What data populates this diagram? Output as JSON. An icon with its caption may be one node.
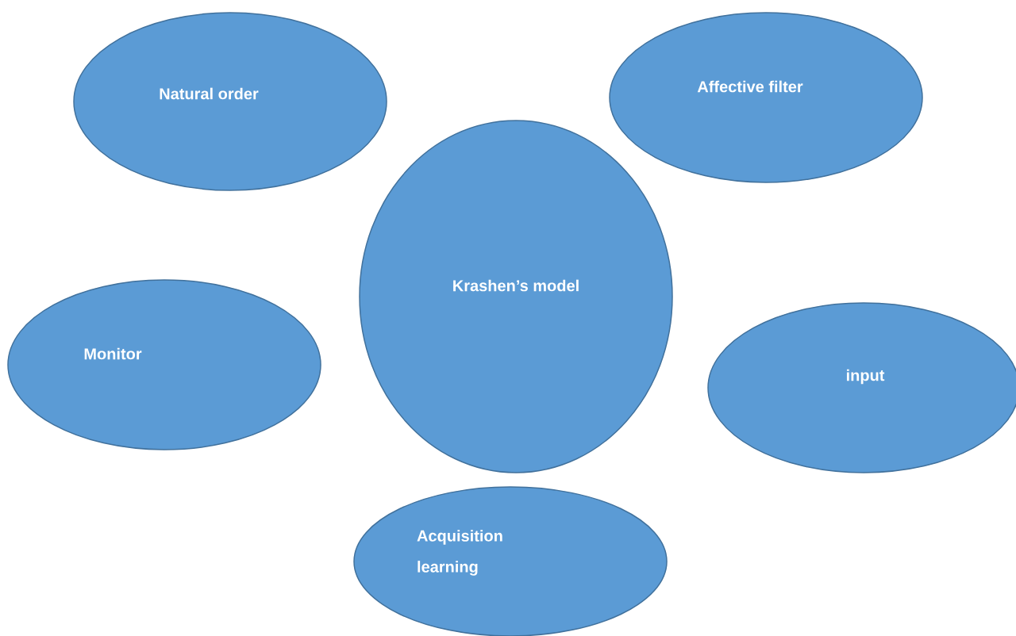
{
  "diagram": {
    "nodes": [
      {
        "text": [
          "Natural order"
        ]
      },
      {
        "text": [
          "Affective filter"
        ]
      },
      {
        "text": [
          "Krashen’s model"
        ]
      },
      {
        "text": [
          "Monitor"
        ]
      },
      {
        "text": [
          "input"
        ]
      },
      {
        "text": [
          "Acquisition learning"
        ]
      }
    ]
  }
}
